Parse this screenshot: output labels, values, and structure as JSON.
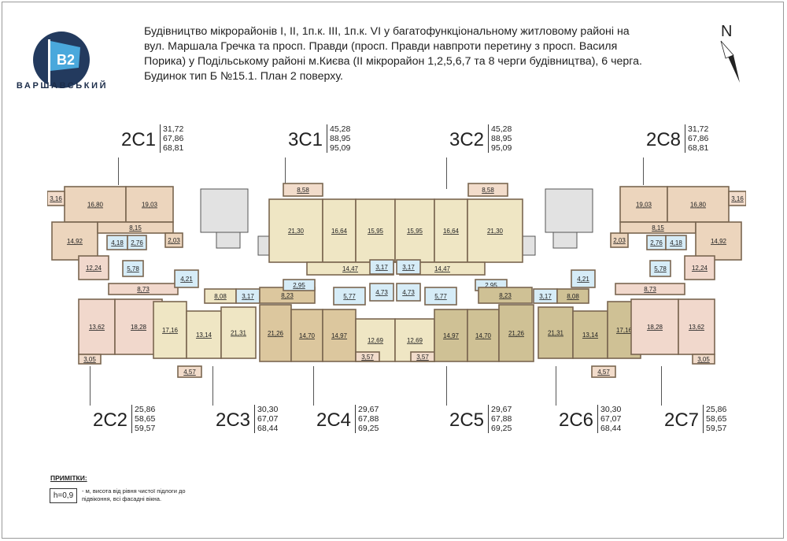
{
  "logo": {
    "badge": "B2",
    "name": "ВАРШАВСЬКИЙ"
  },
  "header": {
    "line1": "Будівництво мікрорайонів I, II, 1п.к. III, 1п.к. VI у багатофункціональному житловому районі на",
    "line2": "вул. Маршала Гречка та просп. Правди (просп. Правди навпроти перетину  з просп. Василя",
    "line3": "Порика) у Подільському районі м.Києва (II мікрорайон 1,2,5,6,7 та 8 черги будівництва), 6 черга.",
    "line4": "Будинок тип Б  №15.1.    План 2 поверху."
  },
  "north": "N",
  "apartments": [
    {
      "code": "2С1",
      "areas": [
        "31,72",
        "67,86",
        "68,81"
      ]
    },
    {
      "code": "3С1",
      "areas": [
        "45,28",
        "88,95",
        "95,09"
      ]
    },
    {
      "code": "3С2",
      "areas": [
        "45,28",
        "88,95",
        "95,09"
      ]
    },
    {
      "code": "2С8",
      "areas": [
        "31,72",
        "67,86",
        "68,81"
      ]
    },
    {
      "code": "2С2",
      "areas": [
        "25,86",
        "58,65",
        "59,57"
      ]
    },
    {
      "code": "2С3",
      "areas": [
        "30,30",
        "67,07",
        "68,44"
      ]
    },
    {
      "code": "2С4",
      "areas": [
        "29,67",
        "67,88",
        "69,25"
      ]
    },
    {
      "code": "2С5",
      "areas": [
        "29,67",
        "67,88",
        "69,25"
      ]
    },
    {
      "code": "2С6",
      "areas": [
        "30,30",
        "67,07",
        "68,44"
      ]
    },
    {
      "code": "2С7",
      "areas": [
        "25,86",
        "58,65",
        "59,57"
      ]
    }
  ],
  "rooms": [
    "16,80",
    "19,03",
    "3,16",
    "14,92",
    "8,15",
    "2,03",
    "4,18",
    "2,76",
    "12,24",
    "5,78",
    "8,73",
    "13,62",
    "18,28",
    "3,05",
    "4,21",
    "17,16",
    "13,14",
    "21,31",
    "8,08",
    "3,17",
    "4,57",
    "8,58",
    "21,30",
    "16,64",
    "15,95",
    "14,47",
    "8,23",
    "2,95",
    "5,77",
    "21,26",
    "14,70",
    "14,97",
    "3,17",
    "4,73",
    "12,69",
    "3,57",
    "15,95",
    "16,64",
    "21,30",
    "8,58",
    "14,47",
    "3,17",
    "4,73",
    "12,69",
    "3,57",
    "5,77",
    "2,95",
    "8,23",
    "14,97",
    "14,70",
    "21,26",
    "3,17",
    "21,31",
    "8,08",
    "4,21",
    "13,14",
    "17,16",
    "4,57",
    "19,03",
    "16,80",
    "3,16",
    "2,03",
    "8,15",
    "14,92",
    "2,76",
    "4,18",
    "5,78",
    "12,24",
    "8,73",
    "18,28",
    "13,62",
    "3,05"
  ],
  "colors": {
    "warm": "#ecd5bd",
    "tan": "#dcc79e",
    "yellow": "#efe6c4",
    "pink": "#f1d8cc",
    "khaki": "#cfc195",
    "bath": "#d6ecf7",
    "stair": "#e2e2e2",
    "balcony": "#f2dccb",
    "wall": "#7a6650"
  },
  "notes": {
    "title": "ПРИМІТКИ:",
    "h_label": "h=0,9",
    "text": "- м, висота від рівня чистої підлоги до підвіконня, всі фасадні вікна."
  }
}
